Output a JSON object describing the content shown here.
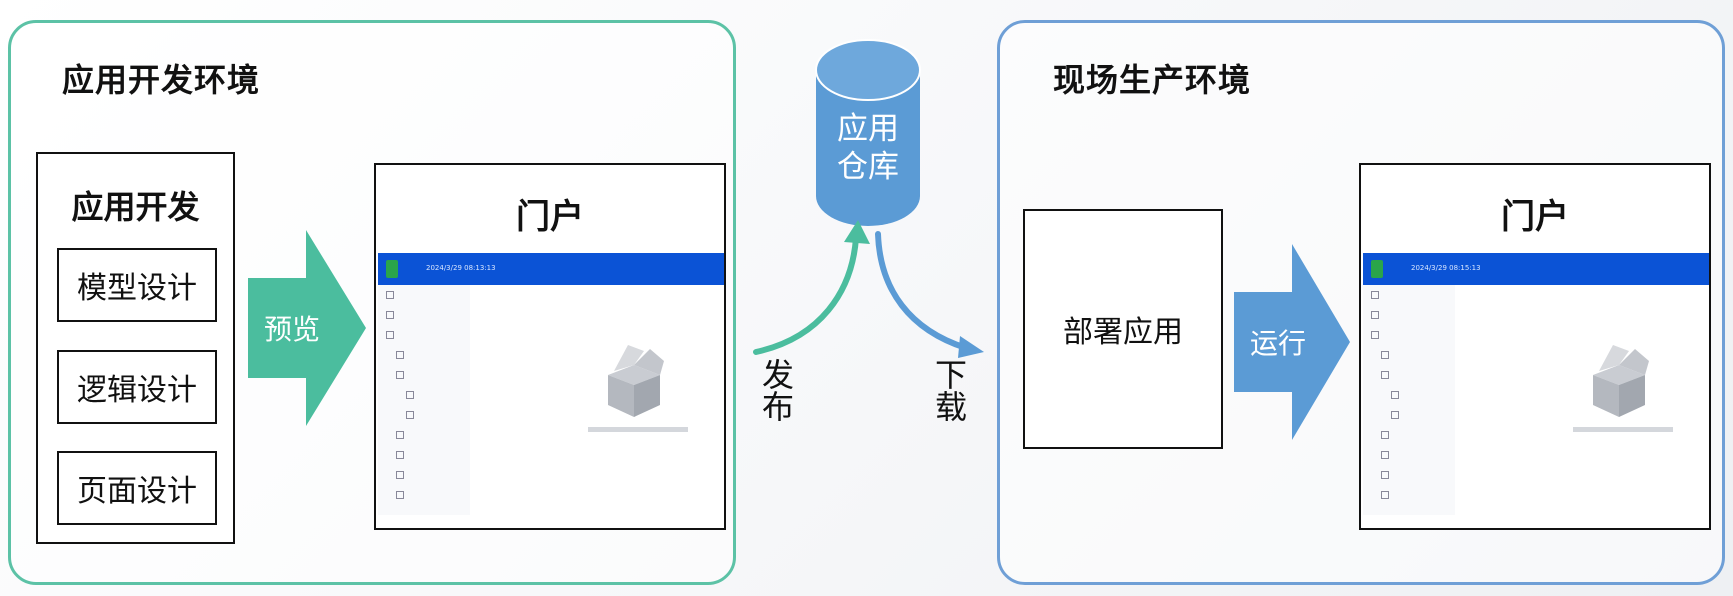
{
  "dev_env": {
    "title": "应用开发环境",
    "app_dev": {
      "title": "应用开发",
      "items": [
        "模型设计",
        "逻辑设计",
        "页面设计"
      ]
    },
    "preview_label": "预览",
    "portal": {
      "title": "门户",
      "timestamp": "2024/3/29 08:13:13"
    }
  },
  "repo": {
    "line1": "应用",
    "line2": "仓库"
  },
  "publish_label": "发布",
  "download_label": "下载",
  "prod_env": {
    "title": "现场生产环境",
    "deploy_label": "部署应用",
    "run_label": "运行",
    "portal": {
      "title": "门户",
      "timestamp": "2024/3/29 08:15:13"
    }
  },
  "colors": {
    "dev_accent": "#5cc2a6",
    "prod_accent": "#6f9fd6",
    "repo_fill": "#5b9bd5",
    "portal_header": "#0b53d6"
  }
}
